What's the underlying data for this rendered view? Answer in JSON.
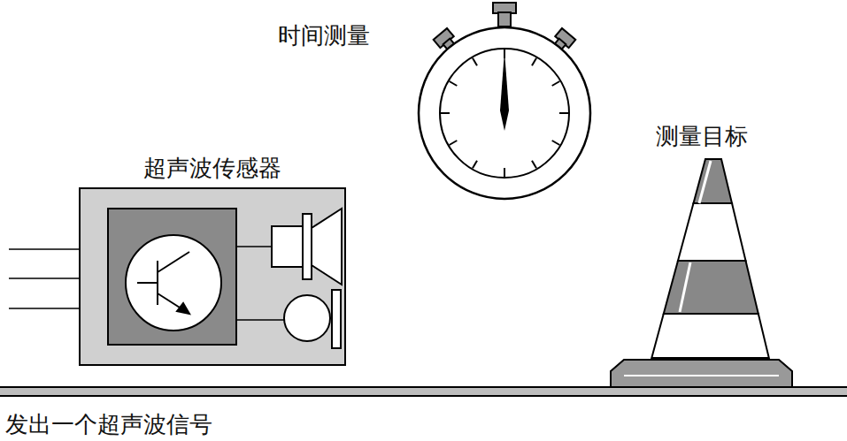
{
  "diagram": {
    "caption": "发出一个超声波信号",
    "nodes": [
      {
        "text": [
          "超声波传感器"
        ]
      },
      {
        "text": [
          "时间测量"
        ]
      },
      {
        "text": [
          "测量目标"
        ]
      }
    ]
  }
}
